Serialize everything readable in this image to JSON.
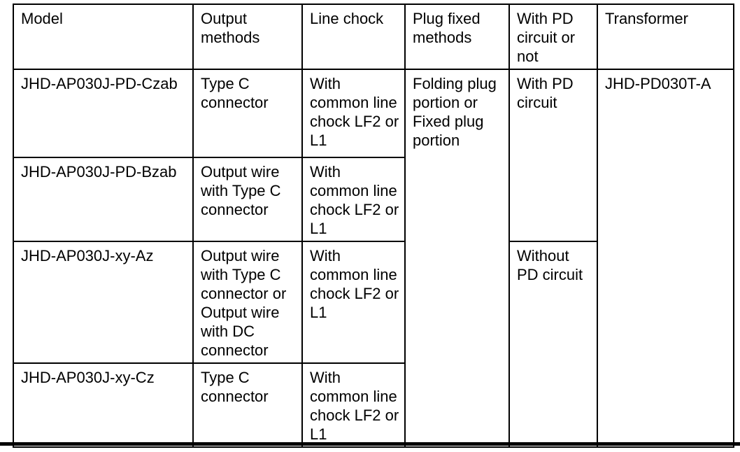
{
  "page": {
    "background_color": "#ffffff",
    "border_color": "#000000",
    "text_color": "#000000"
  },
  "table": {
    "headers": {
      "model": "Model",
      "output_methods": "Output methods",
      "line_chock": "Line chock",
      "plug_fixed_methods": "Plug fixed methods",
      "pd_circuit": "With PD circuit or not",
      "transformer": "Transformer"
    },
    "rows": [
      {
        "model": "JHD-AP030J-PD-Czab",
        "output_methods": "Type C connector",
        "line_chock": "With common line chock LF2 or L1"
      },
      {
        "model": "JHD-AP030J-PD-Bzab",
        "output_methods": "Output wire with Type C connector",
        "line_chock": "With common line chock LF2 or L1"
      },
      {
        "model": "JHD-AP030J-xy-Az",
        "output_methods": "Output wire with Type C connector or Output wire with DC connector",
        "line_chock": "With common line chock LF2 or L1"
      },
      {
        "model": "JHD-AP030J-xy-Cz",
        "output_methods": "Type C connector",
        "line_chock": "With common line chock LF2 or L1"
      }
    ],
    "merged_cells": {
      "plug_fixed_methods": "Folding plug portion or Fixed plug portion",
      "pd_circuit_top": "With PD circuit",
      "pd_circuit_bottom": "Without PD circuit",
      "transformer": "JHD-PD030T-A"
    }
  }
}
